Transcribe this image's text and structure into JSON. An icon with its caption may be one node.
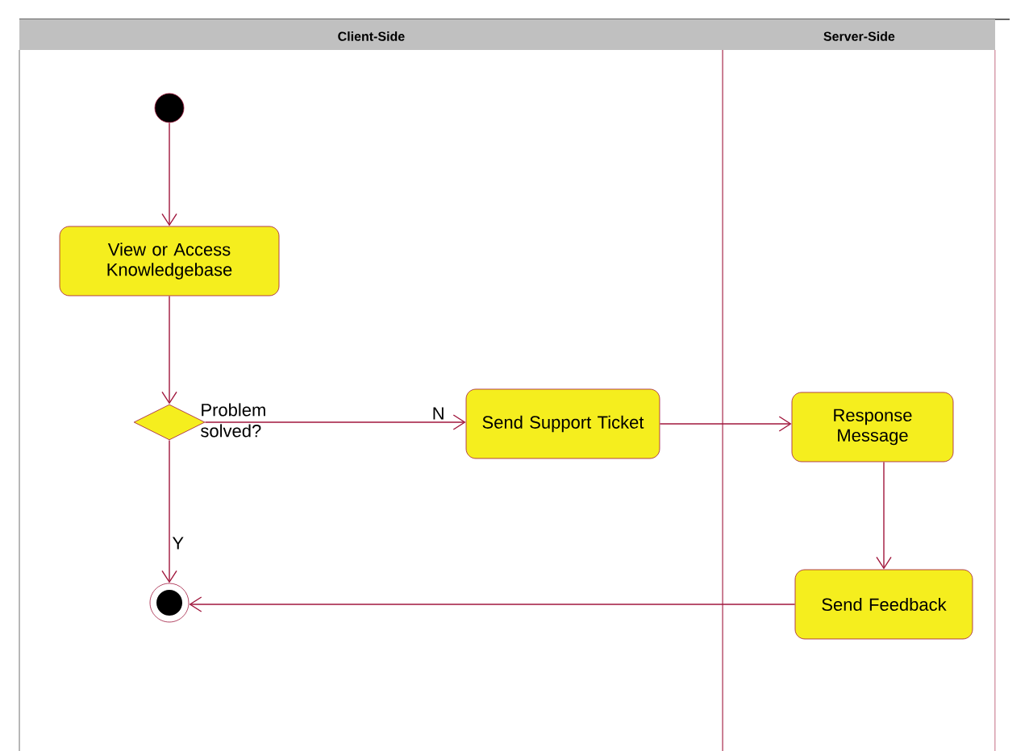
{
  "diagram": {
    "nodes": [
      {
        "text": [
          "Client-Side"
        ]
      },
      {
        "text": [
          "Server-Side"
        ]
      },
      {
        "text": [],
        "shape": "circle",
        "in": 0
      },
      {
        "text": [
          "View or Access Knowledgebase"
        ],
        "in": 0
      },
      {
        "text": [],
        "shape": "diamond",
        "beside": [
          "Problem solved?"
        ],
        "in": 0
      },
      {
        "text": [
          "Send Support Ticket"
        ],
        "in": 0
      },
      {
        "text": [],
        "shape": "circle",
        "in": 0
      },
      {
        "text": [
          "Response Message"
        ],
        "in": 1
      },
      {
        "text": [
          "Send Feedback"
        ],
        "in": 1
      }
    ],
    "edges": [
      {
        "from": 2,
        "to": 3,
        "arrow": "to"
      },
      {
        "from": 3,
        "to": 4,
        "arrow": "to"
      },
      {
        "from": 4,
        "to": 5,
        "arrow": "to",
        "label": "N"
      },
      {
        "from": 4,
        "to": 6,
        "arrow": "to",
        "label": "Y"
      },
      {
        "from": 5,
        "to": 7,
        "arrow": "to"
      },
      {
        "from": 7,
        "to": 8,
        "arrow": "to"
      },
      {
        "from": 8,
        "to": 6,
        "arrow": "to"
      }
    ]
  }
}
